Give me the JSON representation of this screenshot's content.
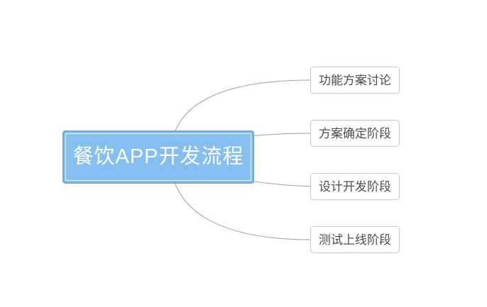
{
  "diagram": {
    "type": "mindmap",
    "root": {
      "label": "餐饮APP开发流程"
    },
    "children": [
      {
        "label": "功能方案讨论"
      },
      {
        "label": "方案确定阶段"
      },
      {
        "label": "设计开发阶段"
      },
      {
        "label": "测试上线阶段"
      }
    ],
    "colors": {
      "canvas_bg": "#FFFFFF",
      "root_fill": "#85BEF0",
      "root_border": "#6CA9E0",
      "root_inner_outline": "#FFFFFF",
      "root_text": "#FFFFFF",
      "leaf_bg": "#FFFFFF",
      "leaf_border": "#CACACA",
      "leaf_text": "#4D4D4D",
      "connector_line": "#A0A0A0"
    }
  }
}
